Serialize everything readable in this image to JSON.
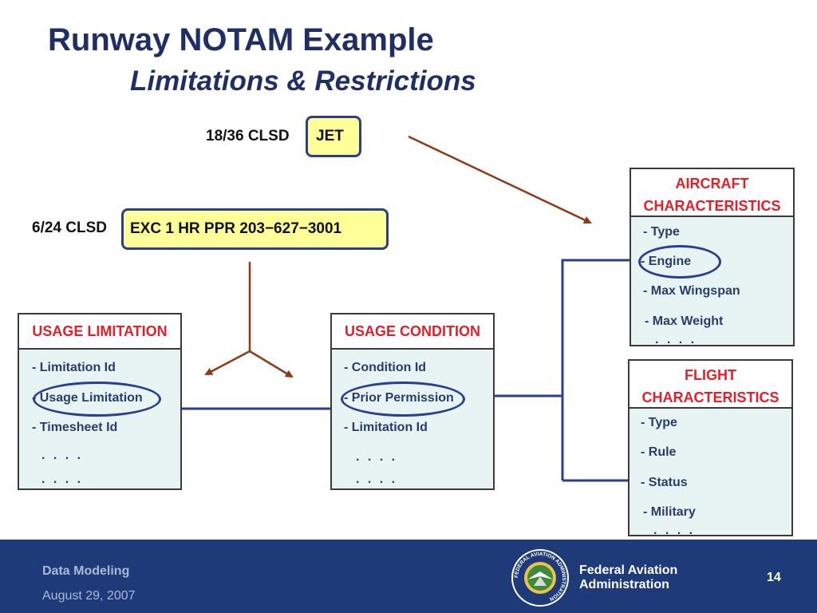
{
  "slide": {
    "title": "Runway NOTAM Example",
    "subtitle": "Limitations & Restrictions"
  },
  "notams": {
    "n1_prefix": "18/36 CLSD",
    "n1_highlight": "JET",
    "n2_prefix": "6/24 CLSD",
    "n2_highlight": "EXC 1 HR PPR 203−627−3001"
  },
  "usage_limitation": {
    "header": "USAGE LIMITATION",
    "items": [
      "- Limitation Id",
      "- Usage Limitation",
      "- Timesheet Id"
    ],
    "dots": [
      ". . . .",
      ". . . ."
    ]
  },
  "usage_condition": {
    "header": "USAGE CONDITION",
    "items": [
      "- Condition Id",
      "- Prior Permission",
      "- Limitation Id"
    ],
    "dots": [
      ". . . .",
      ". . . ."
    ]
  },
  "aircraft": {
    "header_line1": "AIRCRAFT",
    "header_line2": "CHARACTERISTICS",
    "items": [
      "- Type",
      "- Engine",
      "- Max Wingspan",
      "- Max Weight"
    ],
    "dots": ". . . ."
  },
  "flight": {
    "header_line1": "FLIGHT",
    "header_line2": "CHARACTERISTICS",
    "items": [
      "- Type",
      "- Rule",
      "- Status",
      "- Military"
    ],
    "dots": ". . . ."
  },
  "footer": {
    "left_title": "Data Modeling",
    "date": "August 29, 2007",
    "org_line1": "Federal Aviation",
    "org_line2": "Administration",
    "page_number": "14",
    "seal_text": "FEDERAL AVIATION ADMINISTRATION"
  },
  "colors": {
    "title": "#1f2f66",
    "header_red": "#e0202a",
    "highlight_fill": "#ffff99",
    "arrow_brown": "#8b3a1a",
    "connector_blue": "#2c3e8c",
    "footer_bg": "#1e3a78"
  }
}
